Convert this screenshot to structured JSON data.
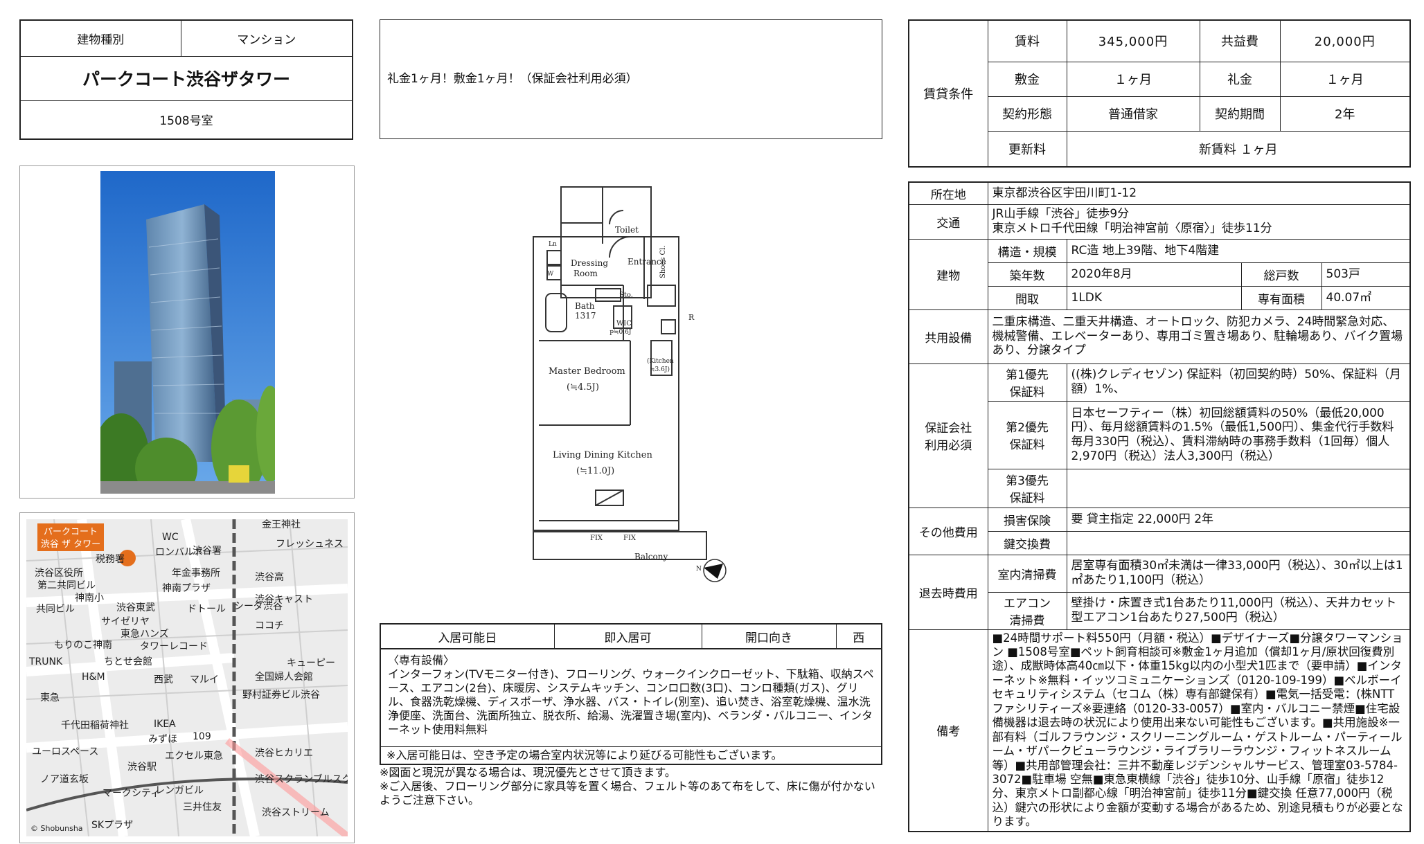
{
  "building_type": {
    "label": "建物種別",
    "value": "マンション"
  },
  "building_name": "パークコート渋谷ザタワー",
  "room_number": "1508号室",
  "memo": "礼金1ヶ月！敷金1ヶ月！（保証会社利用必須）",
  "availability": {
    "label": "入居可能日",
    "value": "即入居可",
    "direction_label": "開口向き",
    "direction_value": "西"
  },
  "equipment": {
    "title": "〈専有設備〉",
    "text": "インターフォン(TVモニター付き)、フローリング、ウォークインクローゼット、下駄箱、収納スペース、エアコン(2台)、床暖房、システムキッチン、コンロ口数(3口)、コンロ種類(ガス)、グリル、食器洗乾燥機、ディスポーザ、浄水器、バス・トイレ(別室)、追い焚き、浴室乾燥機、温水洗浄便座、洗面台、洗面所独立、脱衣所、給湯、洗濯置き場(室内)、ベランダ・バルコニー、インターネット使用料無料"
  },
  "notes": [
    "※入居可能日は、空き予定の場合室内状況等により延びる可能性もございます。",
    "※図面と現況が異なる場合は、現況優先とさせて頂きます。",
    "※ご入居後、フローリング部分に家具等を置く場合、フェルト等のあて布をして、床に傷が付かないようご注意下さい。"
  ],
  "rent_conditions": {
    "header": "賃貸条件",
    "rent_label": "賃料",
    "rent_value": "345,000円",
    "common_label": "共益費",
    "common_value": "20,000円",
    "deposit_label": "敷金",
    "deposit_value": "１ヶ月",
    "key_money_label": "礼金",
    "key_money_value": "１ヶ月",
    "contract_type_label": "契約形態",
    "contract_type_value": "普通借家",
    "contract_period_label": "契約期間",
    "contract_period_value": "2年",
    "renewal_label": "更新料",
    "renewal_value": "新賃料 １ヶ月"
  },
  "property": {
    "address_label": "所在地",
    "address_value": "東京都渋谷区宇田川町1-12",
    "transport_label": "交通",
    "transport_lines": [
      "JR山手線「渋谷」徒歩9分",
      "東京メトロ千代田線「明治神宮前〈原宿〉」徒歩11分"
    ],
    "building_label": "建物",
    "structure_label": "構造・規模",
    "structure_value": "RC造 地上39階、地下4階建",
    "built_label": "築年数",
    "built_value": "2020年8月",
    "units_label": "総戸数",
    "units_value": "503戸",
    "layout_label": "間取",
    "layout_value": "1LDK",
    "area_label": "専有面積",
    "area_value": "40.07㎡",
    "shared_label": "共用設備",
    "shared_value": "二重床構造、二重天井構造、オートロック、防犯カメラ、24時間緊急対応、機械警備、エレベーターあり、専用ゴミ置き場あり、駐輪場あり、バイク置場あり、分譲タイプ",
    "guarantee_label": "保証会社\n利用必須",
    "guarantee": [
      {
        "label": "第1優先\n保証料",
        "value": "((株)クレディセゾン) 保証料（初回契約時）50%、保証料（月額）1%、"
      },
      {
        "label": "第2優先\n保証料",
        "value": "日本セーフティー（株）初回総額賃料の50%（最低20,000円）、毎月総額賃料の1.5%（最低1,500円）、集金代行手数料毎月330円（税込）、賃料滞納時の事務手数料（1回毎）個人2,970円（税込）法人3,300円（税込）"
      },
      {
        "label": "第3優先\n保証料",
        "value": ""
      }
    ],
    "other_fees_label": "その他費用",
    "insurance_label": "損害保険",
    "insurance_value": "要 貸主指定 22,000円 2年",
    "key_change_label": "鍵交換費",
    "key_change_value": "",
    "moveout_label": "退去時費用",
    "cleaning_label": "室内清掃費",
    "cleaning_value": "居室専有面積30㎡未満は一律33,000円（税込）、30㎡以上は1㎡あたり1,100円（税込）",
    "ac_label": "エアコン\n清掃費",
    "ac_value": "壁掛け・床置き式1台あたり11,000円（税込）、天井カセット型エアコン1台あたり27,500円（税込）",
    "remarks_label": "備考",
    "remarks_value": "■24時間サポート料550円（月額・税込）■デザイナーズ■分譲タワーマンション ■1508号室■ペット飼育相談可※敷金1ヶ月追加（償却1ヶ月/原状回復費別途）、成獣時体高40㎝以下・体重15kg以内の小型犬1匹まで（要申請）■インターネット※無料・イッツコミュニケーションズ（0120-109-199）■ベルボーイセキュリティシステム（セコム（株）専有部鍵保有）■電気一括受電：(株NTTファシリティーズ※要連絡（0120-33-0057）■室内・バルコニー禁煙■住宅設備機器は退去時の状況により使用出来ない可能性もございます。■共用施設※一部有料（ゴルフラウンジ・スクリーニングルーム・ゲストルーム・パーティールーム・ザパークビューラウンジ・ライブラリーラウンジ・フィットネスルーム等）■共用部管理会社：三井不動産レジデンシャルサービス、管理室03-5784-3072■駐車場 空無■東急東横線「渋谷」徒歩10分、山手線「原宿」徒歩12分、東京メトロ副都心線「明治神宮前」徒歩11分■鍵交換 任意77,000円（税込）鍵穴の形状により金額が変動する場合があるため、別途見積もりが必要となります。"
  },
  "floorplan": {
    "toilet": "Toilet",
    "dressing": "Dressing",
    "room": "Room",
    "entrance": "Entrance",
    "shoes": "Shoes Cl.",
    "ln": "Ln",
    "w": "W",
    "bath": "Bath",
    "bath_size": "1317",
    "sto": "Sto.",
    "wic": "WIC",
    "wic_size": "≒0.6J",
    "r": "R",
    "p": "P",
    "master": "Master Bedroom",
    "master_size": "(≒4.5J)",
    "kitchen": "(Kitchen",
    "kitchen_size": "≒3.6J)",
    "ldk": "Living Dining Kitchen",
    "ldk_size": "(≒11.0J)",
    "fix1": "FIX",
    "fix2": "FIX",
    "balcony": "Balcony",
    "north": "N"
  },
  "map": {
    "name_line1": "パークコート",
    "name_line2": "渋谷 ザ タワー",
    "labels": [
      "税務署",
      "渋谷区役所",
      "第二共同ビル",
      "神南小",
      "共同ビル",
      "渋谷東武",
      "サイゼリヤ",
      "東急ハンズ",
      "もりのこ神南",
      "タワーレコード",
      "TRUNK",
      "ちとせ会館",
      "H&M",
      "西武",
      "マルイ",
      "東急",
      "全国婦人会館",
      "野村証券ビル渋谷",
      "千代田稲荷神社",
      "IKEA",
      "みずほ",
      "109",
      "ユーロスペース",
      "エクセル東急",
      "渋谷駅",
      "渋谷ヒカリエ",
      "ノア道玄坂",
      "マークシティ",
      "レンガビル",
      "三井住友",
      "渋谷ストリーム",
      "SKプラザ",
      "渋谷スクランブルスクエア",
      "WC",
      "渋谷署",
      "ロンバルド",
      "年金事務所",
      "神南プラザ",
      "シーダ渋谷",
      "ドトール",
      "ココチ",
      "キューピー",
      "渋谷高",
      "渋谷キャスト",
      "金王神社",
      "フレッシュネス"
    ],
    "copyright": "© Shobunsha"
  }
}
